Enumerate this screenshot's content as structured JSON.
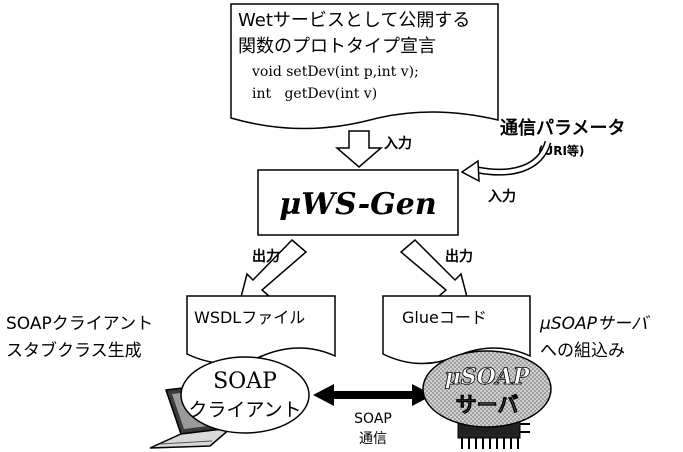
{
  "prototype_doc": {
    "title_line1": "Wetサービスとして公開する",
    "title_line2": "関数のプロトタイプ宣言",
    "code_line1": "void setDev(int p,int v);",
    "code_line2": "int   getDev(int v)"
  },
  "input_label_top": "入力",
  "comm_params": {
    "label": "通信パラメータ",
    "sub": "(URI等)",
    "input_label": "入力"
  },
  "generator": {
    "mu": "μ",
    "name": "WS-Gen"
  },
  "output_left_label": "出力",
  "output_right_label": "出力",
  "wsdl_doc": "WSDLファイル",
  "glue_doc": "Glueコード",
  "client_stub_caption": {
    "line1": "SOAPクライアント",
    "line2": "スタブクラス生成"
  },
  "server_embed_caption": {
    "line1": "μSOAPサーバ",
    "line2": "への組込み"
  },
  "soap_client": {
    "line1": "SOAP",
    "line2": "クライアント"
  },
  "soap_server": {
    "line1": "μSOAP",
    "line2": "サーバ"
  },
  "soap_comm": {
    "line1": "SOAP",
    "line2": "通信"
  }
}
